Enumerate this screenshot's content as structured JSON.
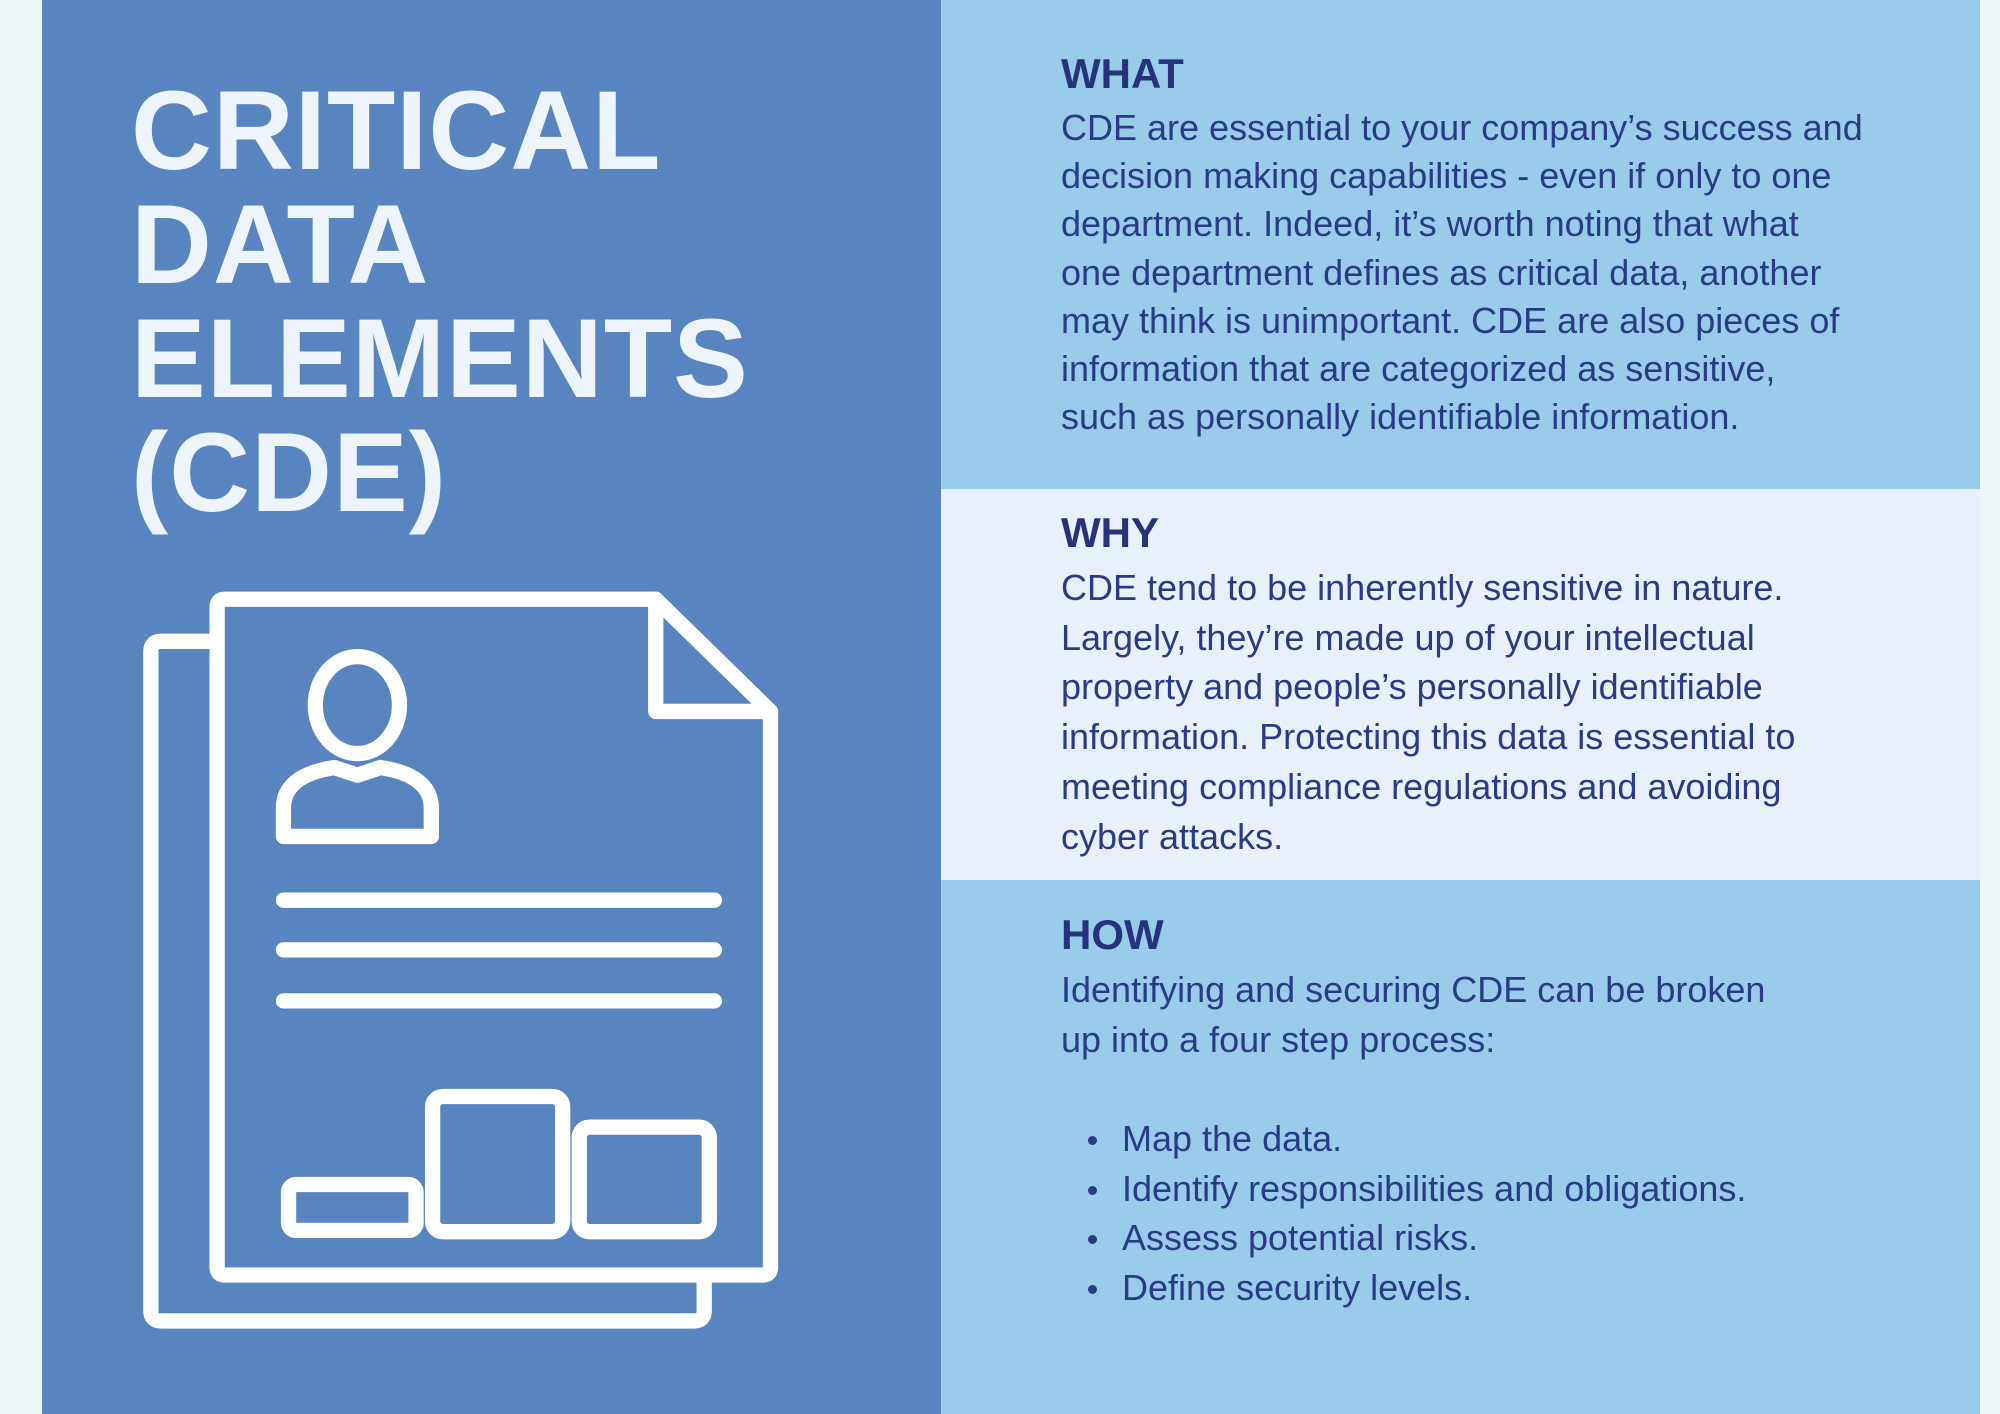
{
  "title_lines": [
    "CRITICAL",
    "DATA",
    "ELEMENTS",
    "(CDE)"
  ],
  "icon": "document-profile-icon",
  "colors": {
    "left_panel": "#5885bf",
    "light_blue": "#99cbea",
    "pale": "#e8f1fb",
    "text": "#2a3a86"
  },
  "what": {
    "heading": "WHAT",
    "lines": [
      "CDE are essential to your company’s success and",
      "decision making capabilities - even if only to one",
      "department. Indeed, it’s worth noting that what",
      "one department defines as critical data, another",
      "may think is unimportant. CDE are also pieces of",
      "information that are categorized as sensitive,",
      "such as personally identifiable information."
    ]
  },
  "why": {
    "heading": "WHY",
    "lines": [
      "CDE tend to be inherently sensitive in nature.",
      "Largely, they’re made up of your intellectual",
      "property and people’s personally identifiable",
      "information. Protecting this data is essential to",
      "meeting compliance regulations and avoiding",
      "cyber attacks."
    ]
  },
  "how": {
    "heading": "HOW",
    "lines": [
      "Identifying and securing CDE can be broken",
      "up into a four step process:"
    ],
    "steps": [
      "Map the data.",
      "Identify responsibilities and obligations.",
      "Assess potential risks.",
      "Define security levels."
    ]
  }
}
